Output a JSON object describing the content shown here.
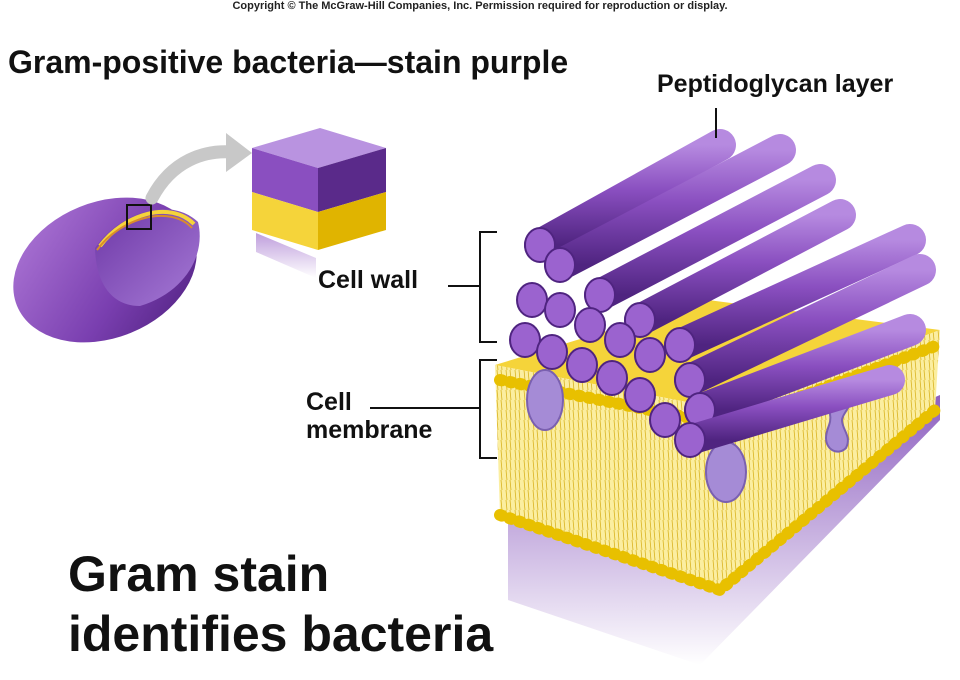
{
  "copyright": "Copyright © The McGraw-Hill Companies, Inc. Permission required for reproduction or display.",
  "title": "Gram-positive bacteria—stain purple",
  "labels": {
    "peptidoglycan": "Peptidoglycan layer",
    "cell_wall": "Cell wall",
    "cell_membrane_line1": "Cell",
    "cell_membrane_line2": "membrane"
  },
  "footer": {
    "line1": "Gram stain",
    "line2": "identifies bacteria"
  },
  "colors": {
    "purple_dark": "#5a2a8a",
    "purple": "#8a4fc0",
    "purple_light": "#b993e0",
    "yellow": "#f5d43a",
    "yellow_dark": "#e0b400",
    "arrow_gray": "#c8c8c8"
  }
}
